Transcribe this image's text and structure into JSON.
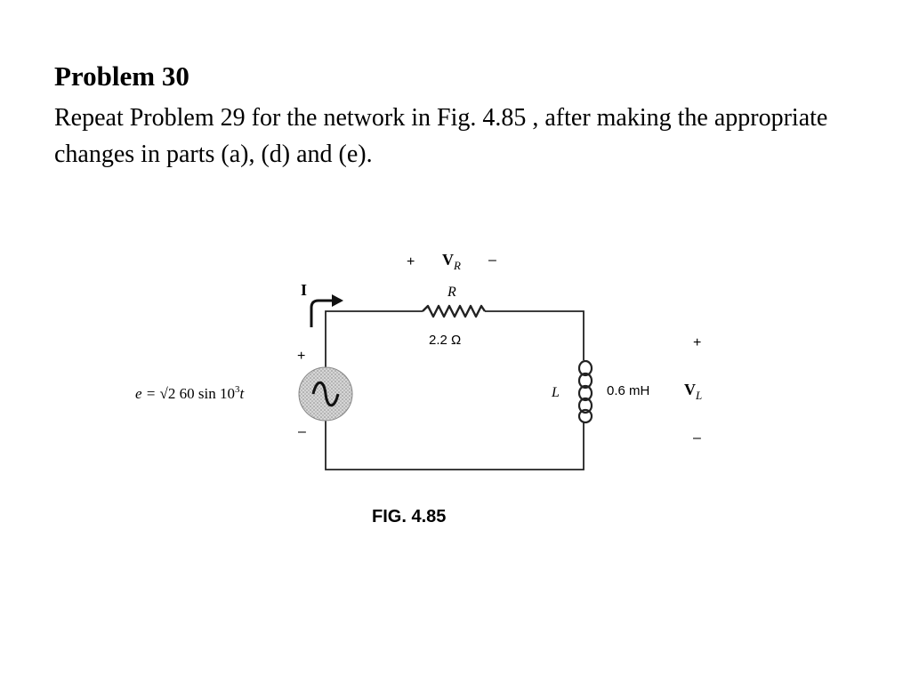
{
  "slide": {
    "title": "Problem 30",
    "body": "Repeat Problem 29 for the network in Fig. 4.85 , after making the appropriate changes in parts (a), (d) and (e)."
  },
  "circuit": {
    "source": {
      "prefix": "e = ",
      "radical": "√2",
      "amplitude": " 60 sin 10",
      "exponent": "3",
      "variable": "t",
      "plus": "+",
      "minus": "–"
    },
    "current_label": "I",
    "resistor": {
      "voltage_name": "V",
      "voltage_sub": "R",
      "plus": "+",
      "minus": "–",
      "name": "R",
      "value": "2.2 Ω"
    },
    "inductor": {
      "name": "L",
      "value": "0.6 mH",
      "voltage_name": "V",
      "voltage_sub": "L",
      "plus": "+",
      "minus": "–"
    },
    "caption": "FIG. 4.85"
  }
}
